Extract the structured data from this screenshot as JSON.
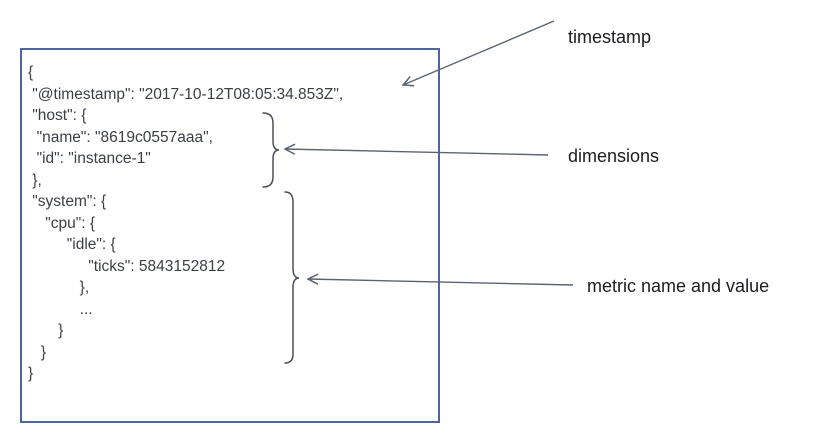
{
  "code": {
    "lines": [
      "{",
      " \"@timestamp\": \"2017-10-12T08:05:34.853Z\",",
      " \"host\": {",
      "  \"name\": \"8619c0557aaa\",",
      "  \"id\": \"instance-1\"",
      " },",
      " \"system\": {",
      "    \"cpu\": {",
      "         \"idle\": {",
      "              \"ticks\": 5843152812",
      "            },",
      "            ...",
      "       }",
      "   }",
      "}"
    ]
  },
  "annotations": {
    "timestamp": "timestamp",
    "dimensions": "dimensions",
    "metric": "metric name and value"
  },
  "colors": {
    "box_border": "#4d66a2",
    "arrow": "#5b6370",
    "brace": "#4a5059",
    "code_text": "#3a3e45",
    "label_text": "#1b1c1f"
  }
}
